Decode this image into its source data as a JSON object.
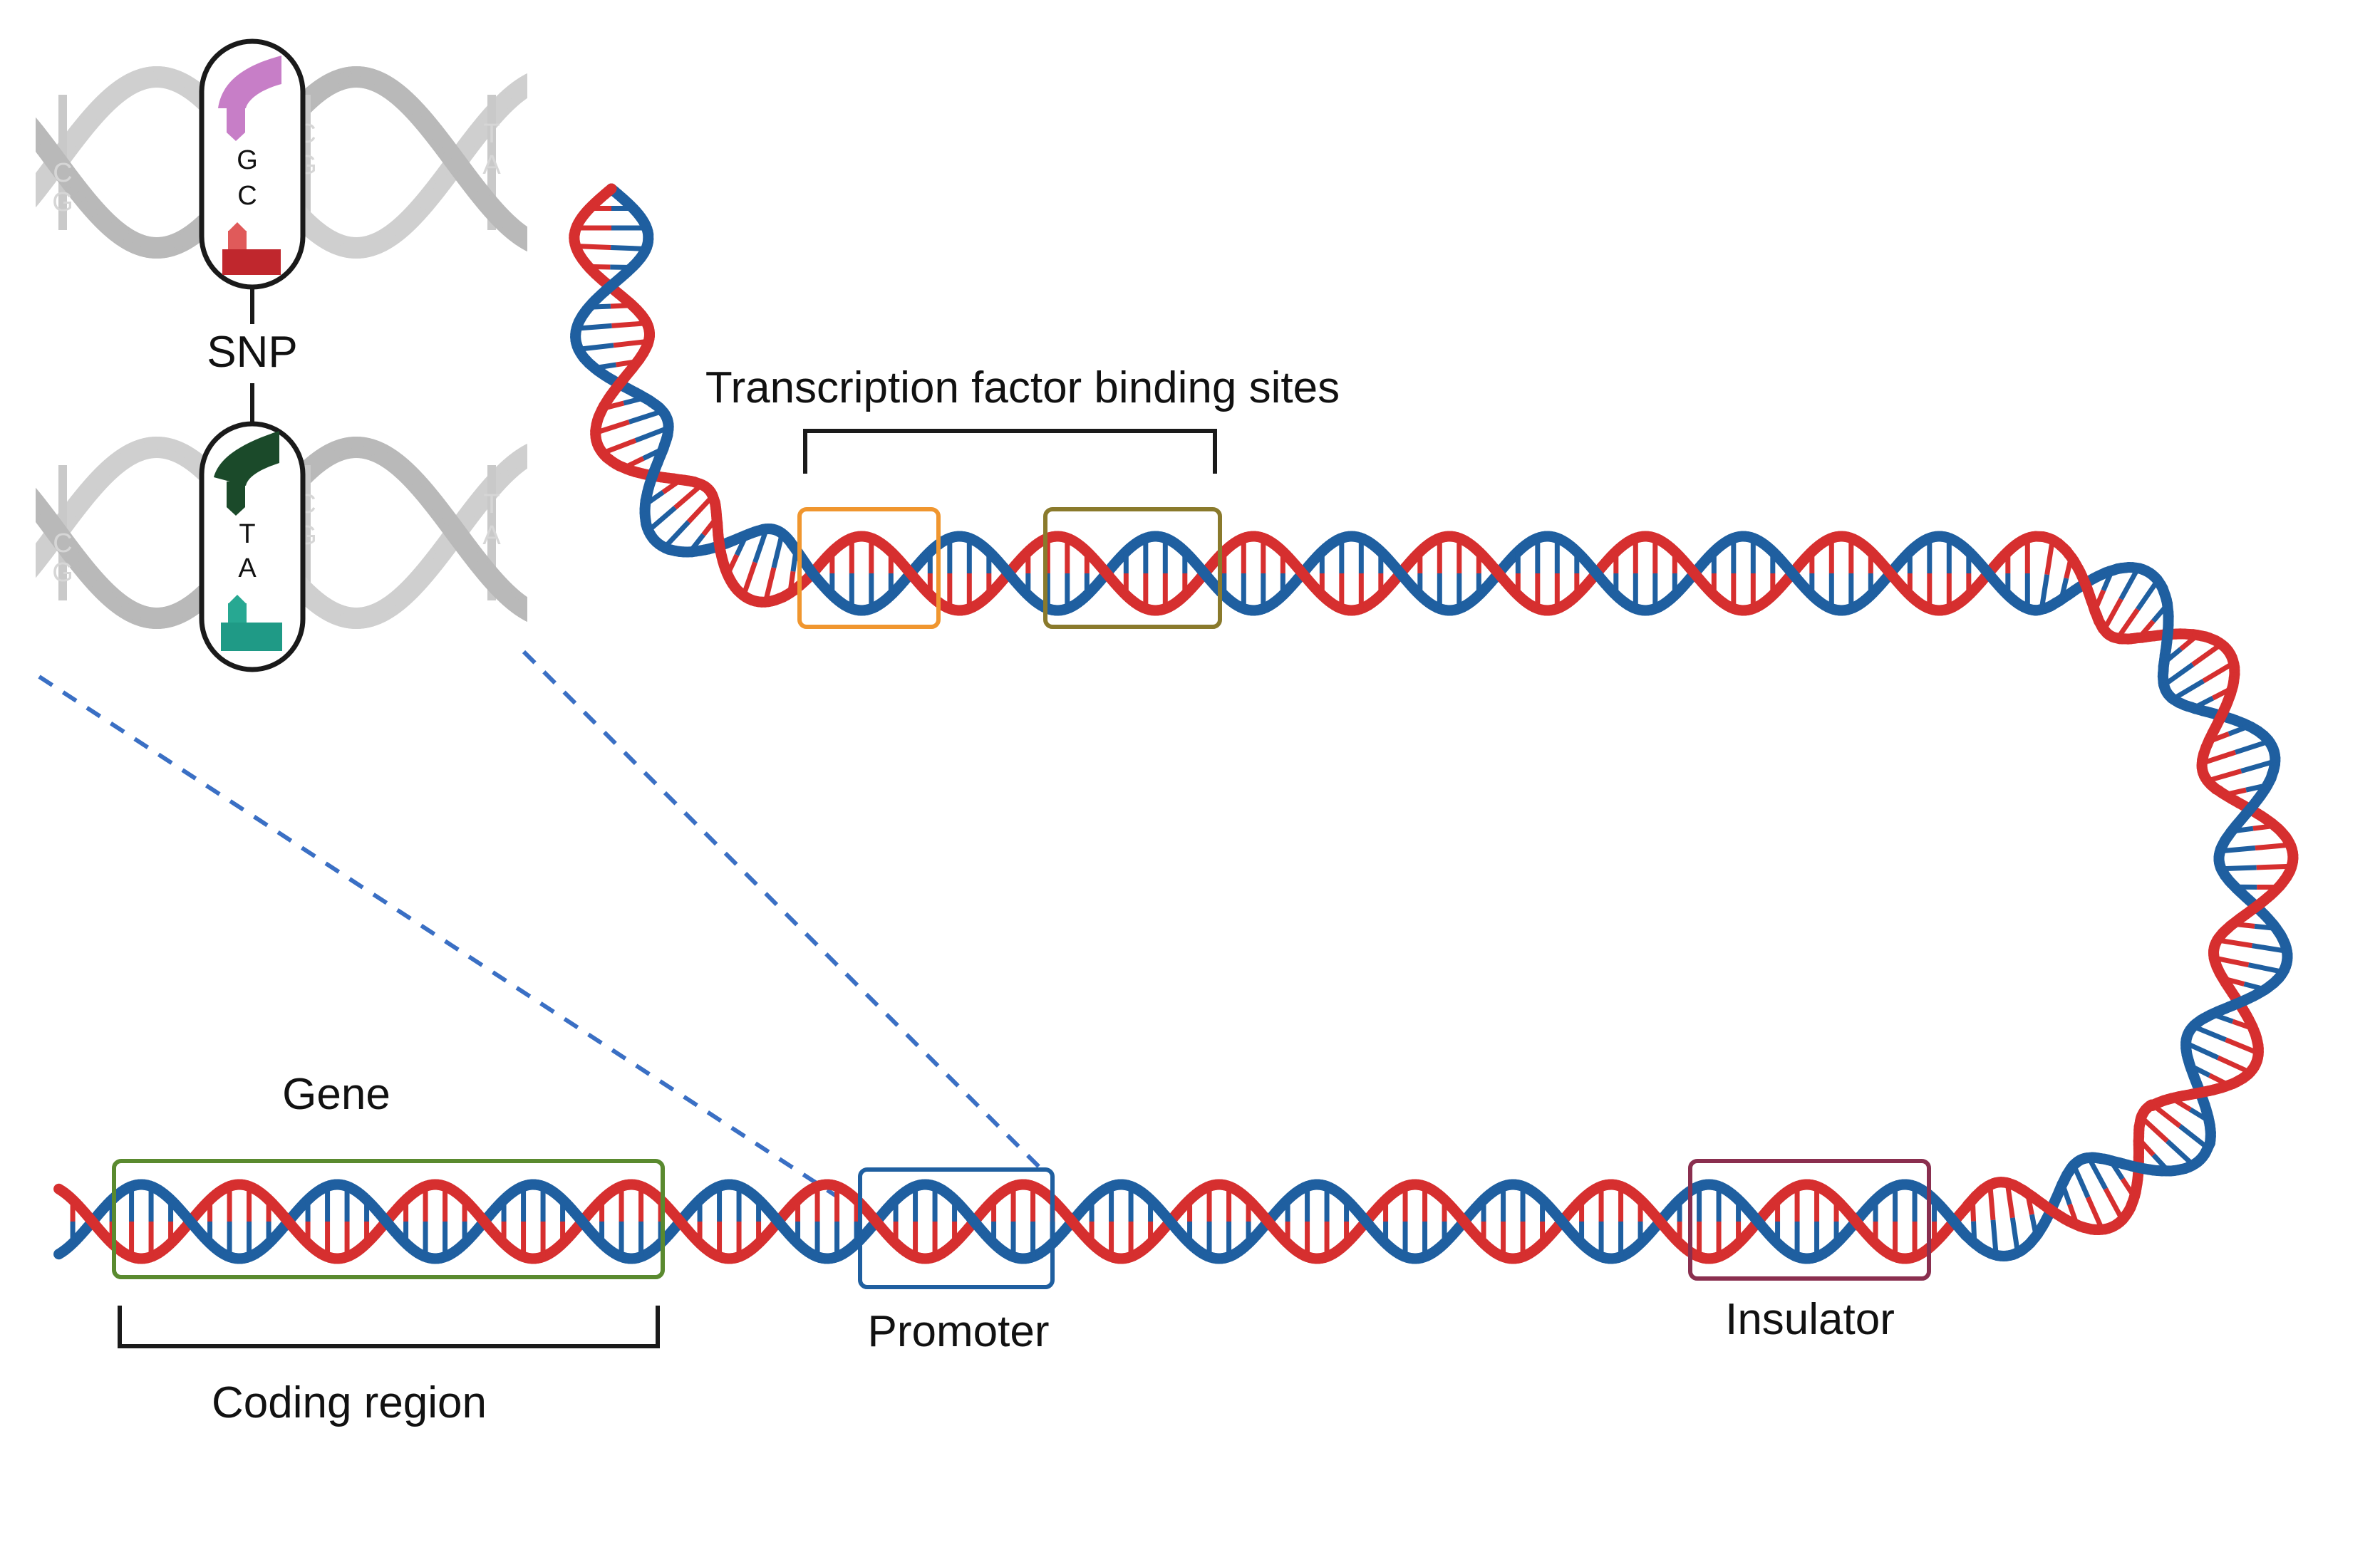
{
  "labels": {
    "transcription_factor": "Transcription factor binding sites",
    "gene": "Gene",
    "coding_region": "Coding region",
    "promoter": "Promoter",
    "insulator": "Insulator",
    "snp": "SNP"
  },
  "snp_top": {
    "left_pair": [
      "C",
      "G"
    ],
    "highlight_pair": [
      "G",
      "C"
    ],
    "right_pair": [
      "C",
      "G"
    ],
    "far_pair": [
      "T",
      "A"
    ]
  },
  "snp_bottom": {
    "left_pair": [
      "C",
      "G"
    ],
    "highlight_pair": [
      "T",
      "A"
    ],
    "right_pair": [
      "C",
      "G"
    ],
    "far_pair": [
      "T",
      "A"
    ]
  },
  "colors": {
    "strand_red": "#d62f2f",
    "strand_blue": "#1f5fa0",
    "grey_helix": "#b9b9b9",
    "tf_box_1": "#f0962f",
    "tf_box_2": "#8a7a2c",
    "gene_box": "#5a8a2f",
    "promoter_box": "#1f5fa0",
    "insulator_box": "#8a2f4f",
    "dashed_line": "#3a6fc4",
    "snp_top_upper": "#c77ec7",
    "snp_top_lower": "#c0272d",
    "snp_bottom_upper": "#1b4a2a",
    "snp_bottom_lower": "#1f9a86"
  }
}
